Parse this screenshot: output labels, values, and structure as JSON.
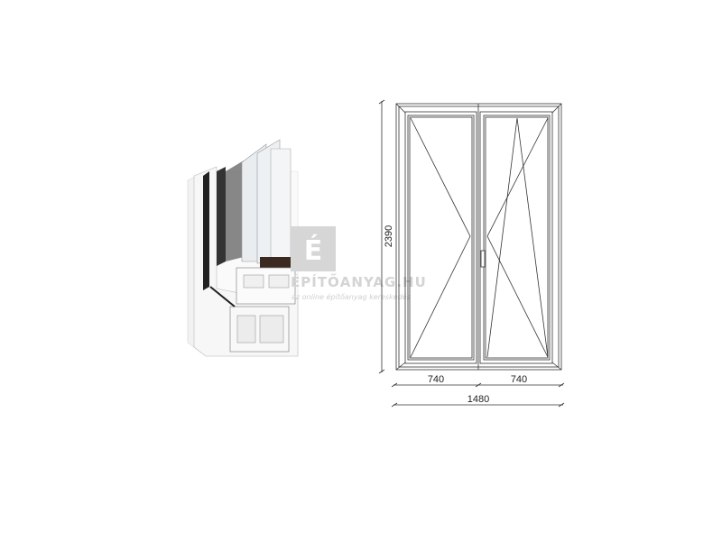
{
  "drawing": {
    "height_label": "2390",
    "sash_widths": [
      "740",
      "740"
    ],
    "total_width_label": "1480"
  },
  "watermark": {
    "logo_letter": "É",
    "title": "ÉPÍTŐANYAG.HU",
    "subtitle": "az online építőanyag kereskedés"
  }
}
